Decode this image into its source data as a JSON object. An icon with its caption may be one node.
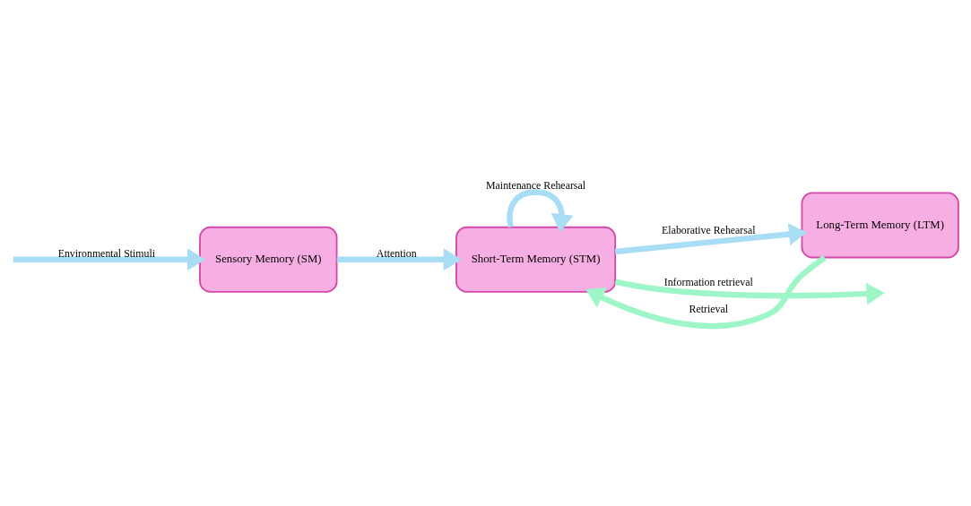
{
  "diagram": {
    "nodes": [
      {
        "text": [
          "Sensory Memory (SM)"
        ]
      },
      {
        "text": [
          "Short-Term Memory (STM)"
        ]
      },
      {
        "text": [
          "Long-Term Memory (LTM)"
        ]
      }
    ],
    "edges": [
      {
        "from": null,
        "to": 0,
        "arrow": "to",
        "label": "Environmental Stimuli"
      },
      {
        "from": 0,
        "to": 1,
        "arrow": "to",
        "label": "Attention"
      },
      {
        "from": 1,
        "to": 1,
        "arrow": "to",
        "label": "Maintenance Rehearsal"
      },
      {
        "from": 2,
        "to": 1,
        "arrow": "to",
        "label": "Retrieval",
        "color": "#9ef5c8"
      },
      {
        "from": 1,
        "to": 2,
        "arrow": "to",
        "label": "Elaborative Rehearsal"
      },
      {
        "from": 1,
        "to": null,
        "arrow": "to",
        "label": "Information retrieval",
        "color": "#9ef5c8"
      }
    ]
  }
}
